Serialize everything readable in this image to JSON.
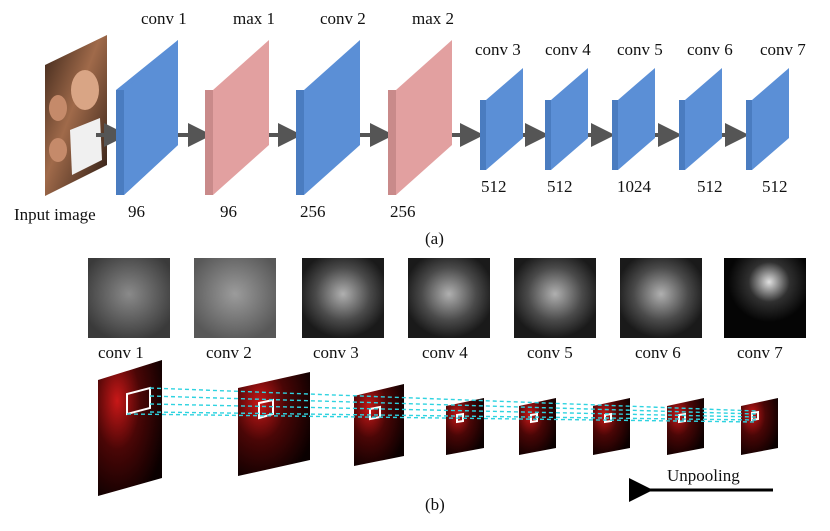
{
  "panel_a": {
    "caption": "(a)",
    "input_label": "Input image",
    "layers": [
      {
        "name": "conv 1",
        "channels": "96",
        "kind": "conv"
      },
      {
        "name": "max 1",
        "channels": "96",
        "kind": "max"
      },
      {
        "name": "conv 2",
        "channels": "256",
        "kind": "conv"
      },
      {
        "name": "max 2",
        "channels": "256",
        "kind": "max"
      },
      {
        "name": "conv 3",
        "channels": "512",
        "kind": "conv"
      },
      {
        "name": "conv 4",
        "channels": "512",
        "kind": "conv"
      },
      {
        "name": "conv 5",
        "channels": "1024",
        "kind": "conv"
      },
      {
        "name": "conv 6",
        "channels": "512",
        "kind": "conv"
      },
      {
        "name": "conv 7",
        "channels": "512",
        "kind": "conv"
      }
    ]
  },
  "panel_b": {
    "caption": "(b)",
    "feature_labels": [
      "conv 1",
      "conv 2",
      "conv 3",
      "conv 4",
      "conv 5",
      "conv 6",
      "conv 7"
    ],
    "unpooling_label": "Unpooling"
  },
  "colors": {
    "conv": "#5b8fd6",
    "max": "#e2a0a0",
    "arrow": "#555555",
    "dashed": "#2fd3e0",
    "heat": "#c01818"
  }
}
